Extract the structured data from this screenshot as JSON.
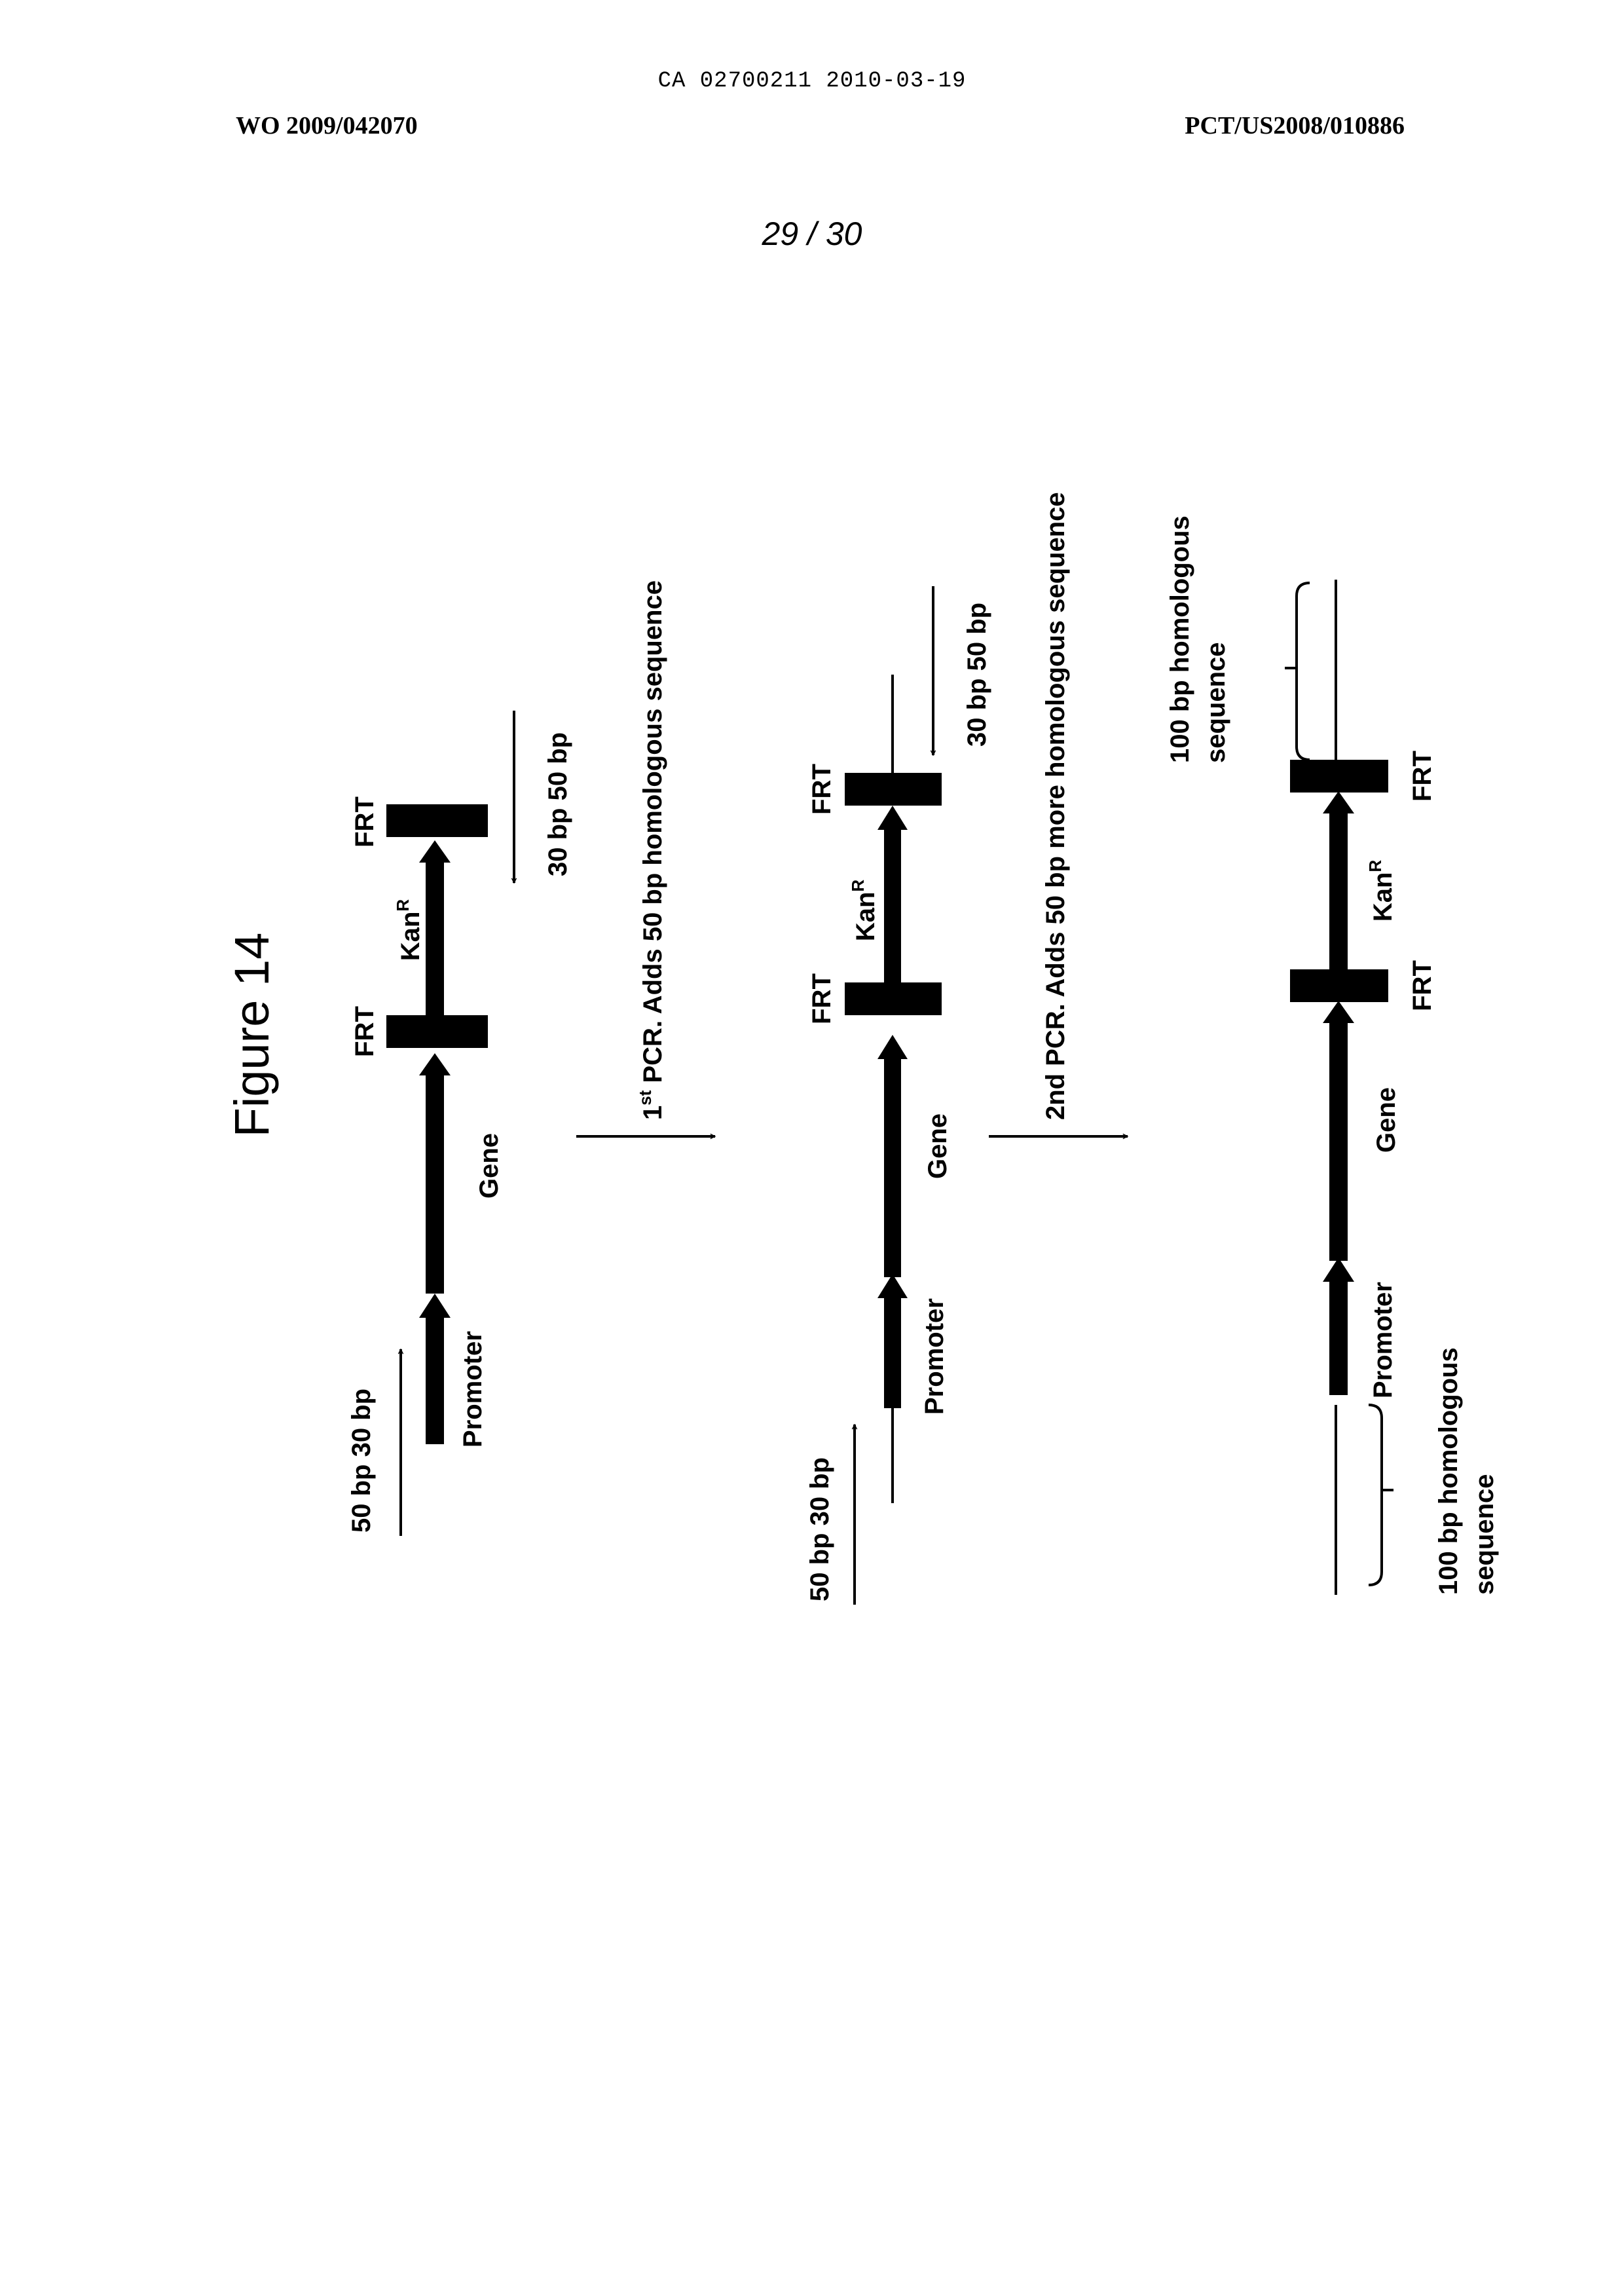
{
  "header": {
    "ca_line": "CA 02700211 2010-03-19",
    "wo_number": "WO 2009/042070",
    "pct_number": "PCT/US2008/010886",
    "sheet": "29 / 30"
  },
  "figure": {
    "title": "Figure 14",
    "step1_label_prefix": "1",
    "step1_label_sup": "st",
    "step1_label_rest": " PCR. Adds 50 bp homologous sequence",
    "step2_label": "2nd PCR. Adds 50 bp more homologous sequence",
    "constructs": [
      {
        "primer_left": "50 bp   30 bp",
        "primer_right": "30 bp   50 bp",
        "promoter": "Promoter",
        "gene": "Gene",
        "frt_1": "FRT",
        "kan_base": "Kan",
        "kan_sup": "R",
        "frt_2": "FRT"
      },
      {
        "primer_left": "50 bp   30 bp",
        "primer_right": "30 bp   50 bp",
        "promoter": "Promoter",
        "gene": "Gene",
        "frt_1": "FRT",
        "kan_base": "Kan",
        "kan_sup": "R",
        "frt_2": "FRT"
      },
      {
        "promoter": "Promoter",
        "gene": "Gene",
        "frt_1": "FRT",
        "kan_base": "Kan",
        "kan_sup": "R",
        "frt_2": "FRT",
        "homology_left_line1": "100 bp homologous",
        "homology_left_line2": "sequence",
        "homology_right_line1": "100 bp homologous",
        "homology_right_line2": "sequence"
      }
    ]
  }
}
